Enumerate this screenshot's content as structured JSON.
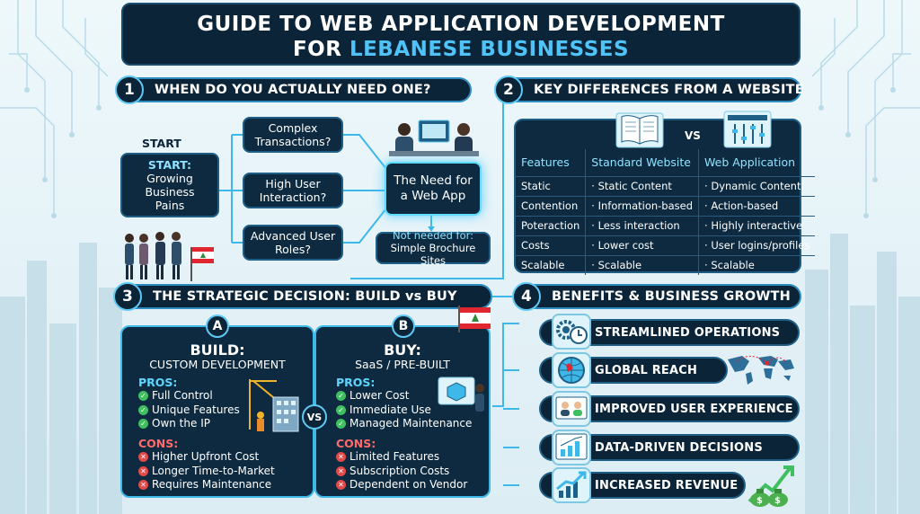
{
  "title": {
    "line1": "GUIDE TO WEB APPLICATION DEVELOPMENT",
    "line2_prefix": "FOR ",
    "line2_accent": "LEBANESE BUSINESSES"
  },
  "section1": {
    "number": "1",
    "heading": "WHEN DO YOU ACTUALLY NEED ONE?",
    "start_label": "START",
    "start_box": {
      "title": "START:",
      "text": "Growing Business Pains"
    },
    "questions": [
      "Complex Transactions?",
      "High User Interaction?",
      "Advanced User Roles?"
    ],
    "result": "The Need for a Web App",
    "not_needed_title": "Not needed for:",
    "not_needed_text": "Simple Brochure Sites"
  },
  "section2": {
    "number": "2",
    "heading": "KEY DIFFERENCES FROM A WEBSITE",
    "vs": "VS",
    "headers": [
      "Features",
      "Standard Website",
      "Web Application"
    ],
    "rows": [
      [
        "Static",
        "Static Content",
        "Dynamic Content"
      ],
      [
        "Contention",
        "Information-based",
        "Action-based"
      ],
      [
        "Poteraction",
        "Less interaction",
        "Highly interactive"
      ],
      [
        "Costs",
        "Lower cost",
        "User logins/profiles"
      ],
      [
        "Scalable",
        "Scalable",
        "Scalable"
      ]
    ]
  },
  "section3": {
    "number": "3",
    "heading": "THE STRATEGIC DECISION: BUILD vs BUY",
    "vs": "VS",
    "build": {
      "badge": "A",
      "title": "BUILD:",
      "subtitle": "CUSTOM DEVELOPMENT",
      "pros_label": "PROS:",
      "pros": [
        "Full Control",
        "Unique Features",
        "Own the IP"
      ],
      "cons_label": "CONS:",
      "cons": [
        "Higher Upfront Cost",
        "Longer Time-to-Market",
        "Requires Maintenance"
      ]
    },
    "buy": {
      "badge": "B",
      "title": "BUY:",
      "subtitle": "SaaS / PRE-BUILT",
      "pros_label": "PROS:",
      "pros": [
        "Lower Cost",
        "Immediate Use",
        "Managed Maintenance"
      ],
      "cons_label": "CONS:",
      "cons": [
        "Limited Features",
        "Subscription Costs",
        "Dependent on Vendor"
      ]
    }
  },
  "section4": {
    "number": "4",
    "heading": "BENEFITS & BUSINESS GROWTH",
    "benefits": [
      {
        "label": "STREAMLINED OPERATIONS",
        "icon": "gears-clock-icon"
      },
      {
        "label": "GLOBAL REACH",
        "icon": "globe-icon"
      },
      {
        "label": "IMPROVED USER EXPERIENCE",
        "icon": "users-icon"
      },
      {
        "label": "DATA-DRIVEN DECISIONS",
        "icon": "bar-chart-icon"
      },
      {
        "label": "INCREASED REVENUE",
        "icon": "growth-arrow-icon"
      }
    ]
  },
  "colors": {
    "navy": "#0c2438",
    "accent": "#4fc3f7",
    "glow": "#38c8ff",
    "pros": "#3fbf5f",
    "cons": "#e24a4a",
    "flag_red": "#e0262f"
  }
}
